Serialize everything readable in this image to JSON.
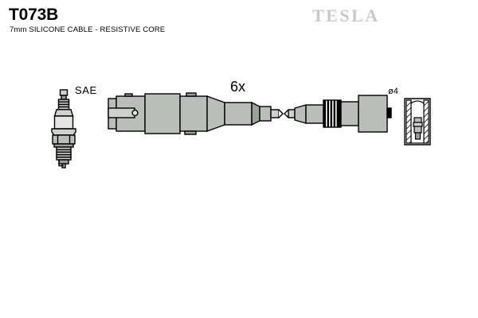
{
  "header": {
    "part_number": "T073B",
    "description": "7mm SILICONE CABLE - RESISTIVE CORE",
    "brand": "TESLA"
  },
  "diagram": {
    "title": "ignition-cable-set-technical-drawing",
    "callouts": {
      "plug_standard": "SAE",
      "quantity": "6x",
      "terminal_diameter": "ø4"
    },
    "components": [
      {
        "name": "spark-plug",
        "label": "SAE"
      },
      {
        "name": "distributor-cap-connector",
        "label": ""
      },
      {
        "name": "cable-boot-assembly",
        "label": "6x"
      },
      {
        "name": "coil-end-boot",
        "label": ""
      },
      {
        "name": "terminal-section-detail",
        "label": "ø4"
      }
    ],
    "colors": {
      "outline": "#000000",
      "body_fill": "#b9beb9",
      "body_fill_light": "#cdd2cd",
      "body_fill_dark": "#9aa09a",
      "accent_black": "#000000",
      "background": "#ffffff",
      "logo_gray": "#c9c9c9"
    }
  }
}
